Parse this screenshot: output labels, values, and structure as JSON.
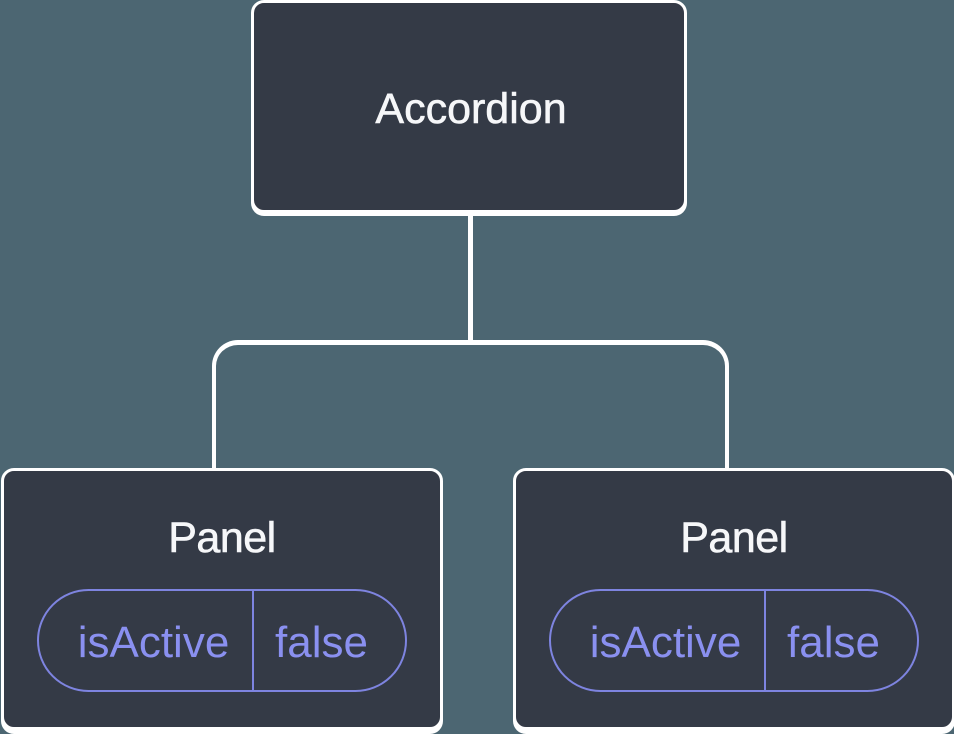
{
  "diagram": {
    "type": "component-tree",
    "background_color": "#4C6672",
    "node_fill_color": "#343A46",
    "line_color": "#FFFFFF",
    "title_color": "#F6F7F9",
    "accent_color": "#8A90F0",
    "root": {
      "label": "Accordion"
    },
    "children": [
      {
        "label": "Panel",
        "state": {
          "name": "isActive",
          "value": "false"
        }
      },
      {
        "label": "Panel",
        "state": {
          "name": "isActive",
          "value": "false"
        }
      }
    ]
  }
}
